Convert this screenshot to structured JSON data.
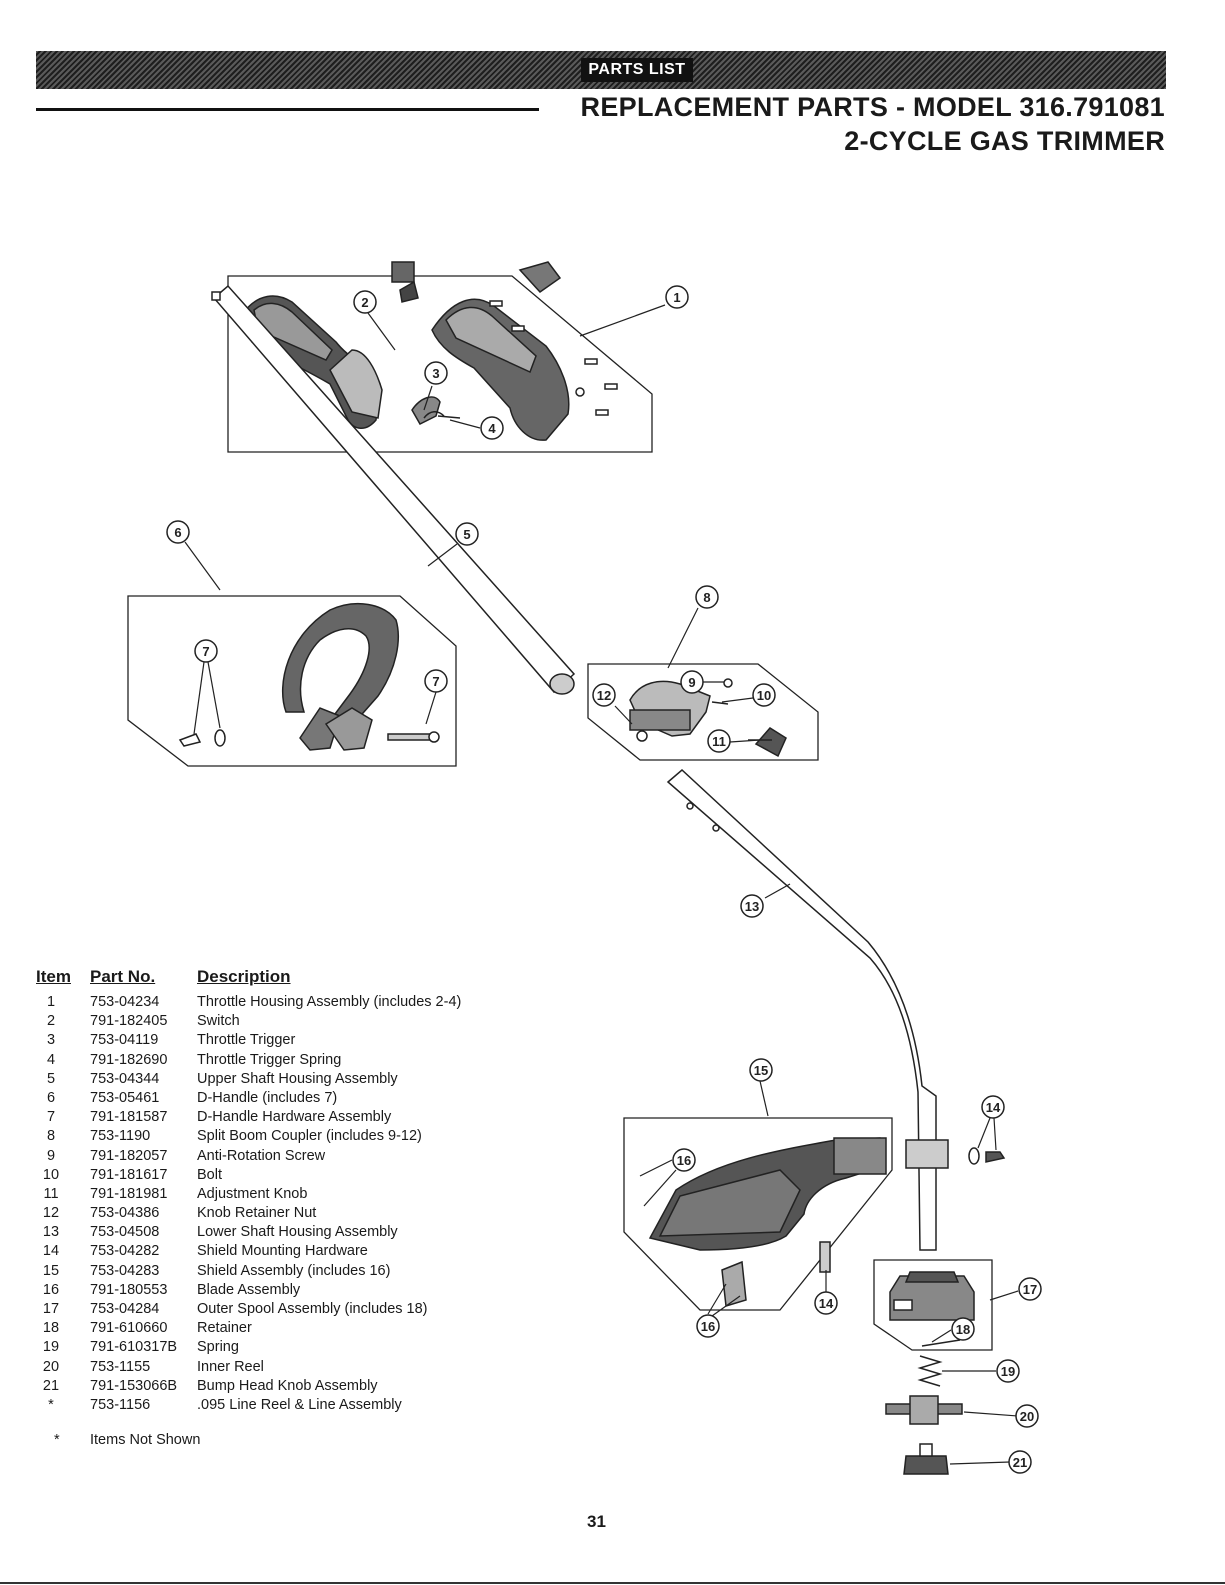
{
  "banner": {
    "label": "PARTS LIST"
  },
  "title": {
    "line1": "REPLACEMENT PARTS - MODEL 316.791081",
    "line2": "2-CYCLE GAS TRIMMER"
  },
  "callouts": [
    "1",
    "2",
    "3",
    "4",
    "5",
    "6",
    "7",
    "7",
    "8",
    "9",
    "10",
    "11",
    "12",
    "13",
    "14",
    "14",
    "15",
    "16",
    "16",
    "17",
    "18",
    "19",
    "20",
    "21"
  ],
  "parts_table": {
    "headers": {
      "item": "Item",
      "part_no": "Part No.",
      "description": "Description"
    },
    "rows": [
      {
        "item": "1",
        "part_no": "753-04234",
        "description": "Throttle Housing Assembly (includes 2-4)"
      },
      {
        "item": "2",
        "part_no": "791-182405",
        "description": "Switch"
      },
      {
        "item": "3",
        "part_no": "753-04119",
        "description": "Throttle Trigger"
      },
      {
        "item": "4",
        "part_no": "791-182690",
        "description": "Throttle Trigger Spring"
      },
      {
        "item": "5",
        "part_no": "753-04344",
        "description": "Upper Shaft Housing Assembly"
      },
      {
        "item": "6",
        "part_no": "753-05461",
        "description": "D-Handle (includes 7)"
      },
      {
        "item": "7",
        "part_no": "791-181587",
        "description": "D-Handle Hardware Assembly"
      },
      {
        "item": "8",
        "part_no": "753-1190",
        "description": "Split Boom Coupler (includes 9-12)"
      },
      {
        "item": "9",
        "part_no": "791-182057",
        "description": "Anti-Rotation Screw"
      },
      {
        "item": "10",
        "part_no": "791-181617",
        "description": "Bolt"
      },
      {
        "item": "11",
        "part_no": "791-181981",
        "description": "Adjustment Knob"
      },
      {
        "item": "12",
        "part_no": "753-04386",
        "description": "Knob Retainer Nut"
      },
      {
        "item": "13",
        "part_no": "753-04508",
        "description": "Lower Shaft Housing Assembly"
      },
      {
        "item": "14",
        "part_no": "753-04282",
        "description": "Shield Mounting Hardware"
      },
      {
        "item": "15",
        "part_no": "753-04283",
        "description": "Shield Assembly (includes 16)"
      },
      {
        "item": "16",
        "part_no": "791-180553",
        "description": "Blade Assembly"
      },
      {
        "item": "17",
        "part_no": "753-04284",
        "description": "Outer Spool Assembly (includes 18)"
      },
      {
        "item": "18",
        "part_no": "791-610660",
        "description": "Retainer"
      },
      {
        "item": "19",
        "part_no": "791-610317B",
        "description": "Spring"
      },
      {
        "item": "20",
        "part_no": "753-1155",
        "description": "Inner Reel"
      },
      {
        "item": "21",
        "part_no": "791-153066B",
        "description": "Bump Head Knob Assembly"
      },
      {
        "item": "*",
        "part_no": "753-1156",
        "description": ".095 Line Reel & Line Assembly"
      }
    ]
  },
  "note": {
    "symbol": "*",
    "text": "Items Not Shown"
  },
  "page_number": "31"
}
